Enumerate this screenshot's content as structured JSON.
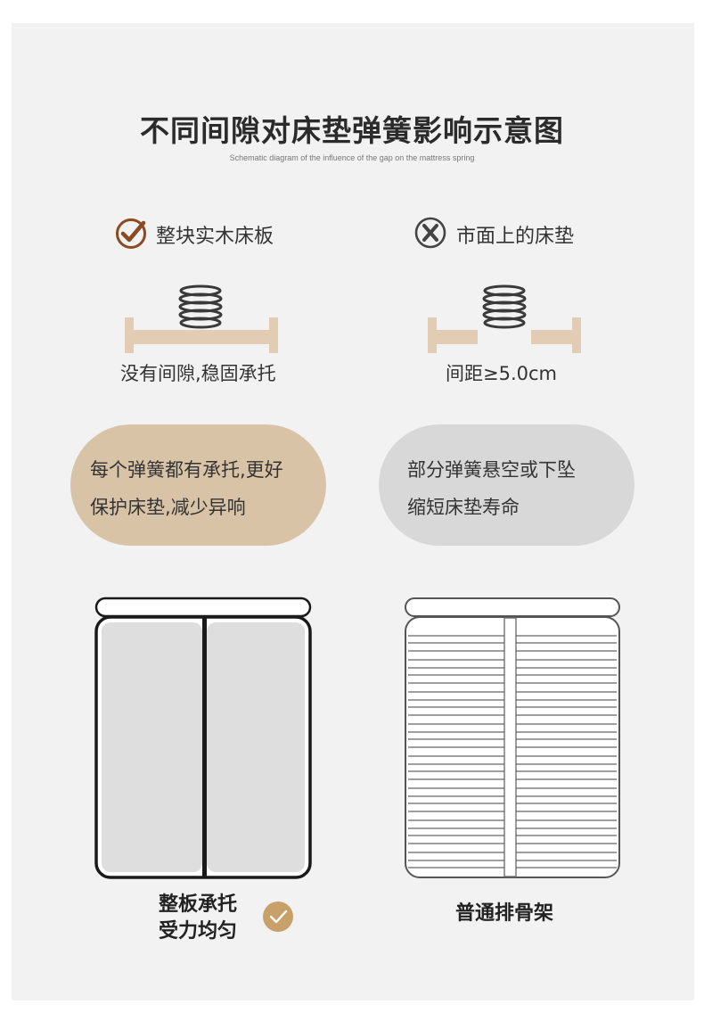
{
  "title": "不同间隙对床垫弹簧影响示意图",
  "subtitle": "Schematic diagram of the influence of the gap on the mattress spring",
  "left": {
    "heading": "整块实木床板",
    "icon": "check-circle-icon",
    "caption": "没有间隙,稳固承托",
    "pill_lines": [
      "每个弹簧都有承托,更好",
      "保护床垫,减少异响"
    ],
    "bottom_lines": [
      "整板承托",
      "受力均匀"
    ],
    "bottom_icon": "check-badge-icon"
  },
  "right": {
    "heading": "市面上的床垫",
    "icon": "x-circle-icon",
    "caption": "间距≥5.0cm",
    "pill_lines": [
      "部分弹簧悬空或下坠",
      "缩短床垫寿命"
    ],
    "bottom_label": "普通排骨架"
  },
  "colors": {
    "accent_brown": "#8c4a22",
    "board_tan": "#e2cdb4",
    "pill_tan": "#d9c3a6",
    "pill_gray": "#d8d8d8",
    "badge_gold": "#c8a06a",
    "spring_dark": "#3a3a3a"
  }
}
